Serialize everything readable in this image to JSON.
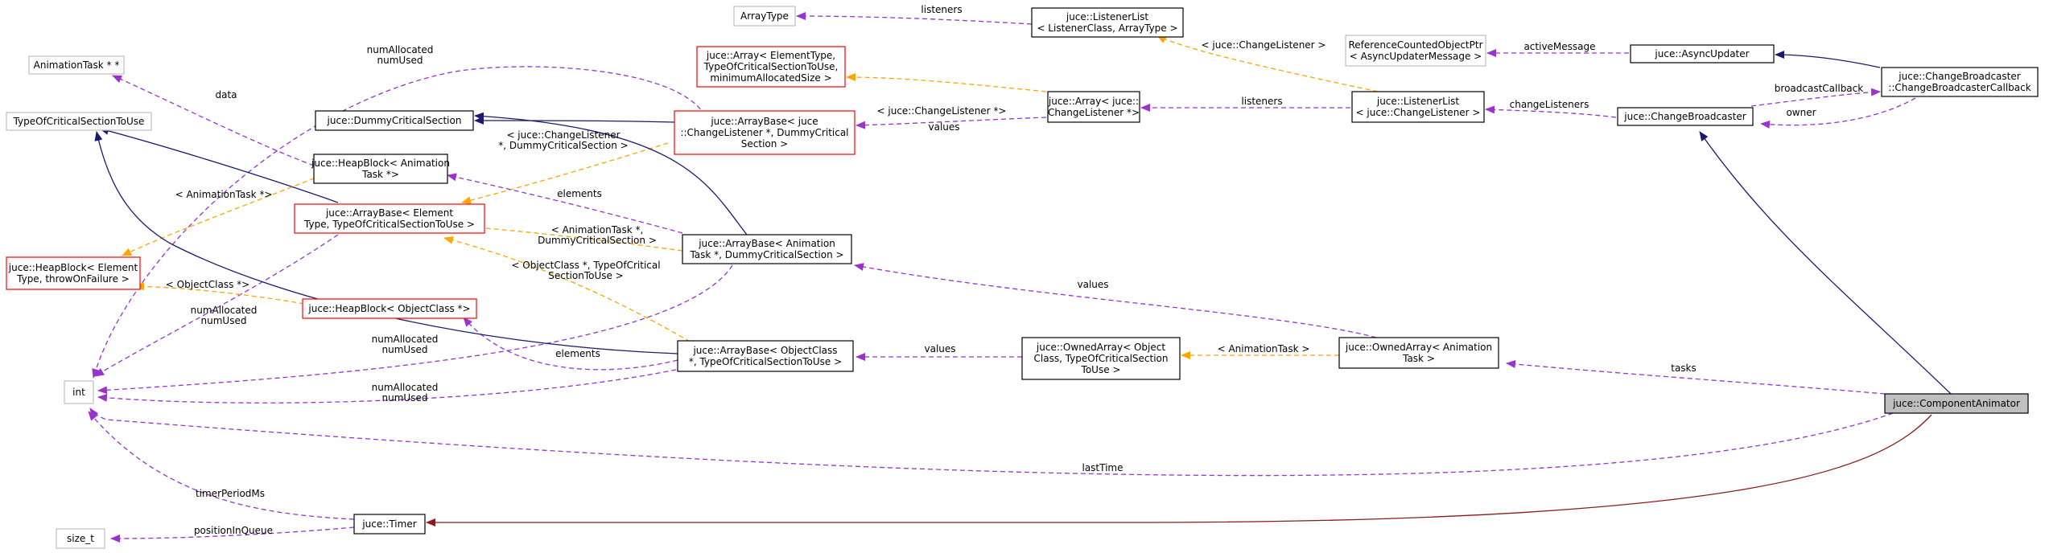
{
  "colors": {
    "usage": "#9a32cd",
    "template": "#ffa500",
    "inherit_public": "#191970",
    "inherit_private": "#8b1a1a",
    "border_normal": "#000000",
    "border_truncated": "#ff0000",
    "border_external": "#bfbfbf",
    "focus_fill": "#bfbfbf"
  },
  "nodes": [
    {
      "id": "arraytype",
      "lines": [
        "ArrayType"
      ],
      "style": "external"
    },
    {
      "id": "listenerlist_tpl",
      "lines": [
        "juce::ListenerList",
        "< ListenerClass, ArrayType >"
      ],
      "style": "normal"
    },
    {
      "id": "refcounted",
      "lines": [
        "ReferenceCountedObjectPtr",
        "< AsyncUpdaterMessage >"
      ],
      "style": "external"
    },
    {
      "id": "asyncupdater",
      "lines": [
        "juce::AsyncUpdater"
      ],
      "style": "normal"
    },
    {
      "id": "cbcallback",
      "lines": [
        "juce::ChangeBroadcaster",
        "::ChangeBroadcasterCallback"
      ],
      "style": "normal"
    },
    {
      "id": "animtask_pp",
      "lines": [
        "AnimationTask * *"
      ],
      "style": "external"
    },
    {
      "id": "array_tpl",
      "lines": [
        "juce::Array< ElementType,",
        "TypeOfCriticalSectionToUse,",
        "minimumAllocatedSize >"
      ],
      "style": "truncated"
    },
    {
      "id": "array_cl",
      "lines": [
        "juce::Array< juce::",
        "ChangeListener *>"
      ],
      "style": "normal"
    },
    {
      "id": "listenerlist_cl",
      "lines": [
        "juce::ListenerList",
        "< juce::ChangeListener >"
      ],
      "style": "normal"
    },
    {
      "id": "changebroadcaster",
      "lines": [
        "juce::ChangeBroadcaster"
      ],
      "style": "normal"
    },
    {
      "id": "typeofcs",
      "lines": [
        "TypeOfCriticalSectionToUse"
      ],
      "style": "external"
    },
    {
      "id": "dummycs",
      "lines": [
        "juce::DummyCriticalSection"
      ],
      "style": "normal"
    },
    {
      "id": "arraybase_cl",
      "lines": [
        "juce::ArrayBase< juce",
        "::ChangeListener *, DummyCritical",
        "Section >"
      ],
      "style": "truncated"
    },
    {
      "id": "heapblock_at",
      "lines": [
        "juce::HeapBlock< Animation",
        "Task *>"
      ],
      "style": "normal"
    },
    {
      "id": "arraybase_tpl",
      "lines": [
        "juce::ArrayBase< Element",
        "Type, TypeOfCriticalSectionToUse >"
      ],
      "style": "truncated"
    },
    {
      "id": "arraybase_at",
      "lines": [
        "juce::ArrayBase< Animation",
        "Task *, DummyCriticalSection >"
      ],
      "style": "normal"
    },
    {
      "id": "heapblock_tpl",
      "lines": [
        "juce::HeapBlock< Element",
        "Type, throwOnFailure >"
      ],
      "style": "truncated"
    },
    {
      "id": "heapblock_oc",
      "lines": [
        "juce::HeapBlock< ObjectClass *>"
      ],
      "style": "truncated"
    },
    {
      "id": "int",
      "lines": [
        "int"
      ],
      "style": "external"
    },
    {
      "id": "arraybase_oc",
      "lines": [
        "juce::ArrayBase< ObjectClass",
        "*, TypeOfCriticalSectionToUse >"
      ],
      "style": "normal"
    },
    {
      "id": "ownedarray_tpl",
      "lines": [
        "juce::OwnedArray< Object",
        "Class, TypeOfCriticalSection",
        "ToUse >"
      ],
      "style": "normal"
    },
    {
      "id": "ownedarray_at",
      "lines": [
        "juce::OwnedArray< Animation",
        "Task >"
      ],
      "style": "normal"
    },
    {
      "id": "componentanimator",
      "lines": [
        "juce::ComponentAnimator"
      ],
      "style": "focus"
    },
    {
      "id": "size_t",
      "lines": [
        "size_t"
      ],
      "style": "external"
    },
    {
      "id": "timer",
      "lines": [
        "juce::Timer"
      ],
      "style": "normal"
    }
  ],
  "edges": [
    {
      "id": "e1",
      "type": "usage",
      "labels": [
        "listeners"
      ]
    },
    {
      "id": "e2",
      "type": "template",
      "labels": [
        "< juce::ChangeListener >"
      ]
    },
    {
      "id": "e3",
      "type": "usage",
      "labels": [
        "activeMessage"
      ]
    },
    {
      "id": "e4",
      "type": "inherit_public",
      "labels": []
    },
    {
      "id": "e5",
      "type": "usage",
      "labels": [
        "broadcastCallback"
      ]
    },
    {
      "id": "e6",
      "type": "usage",
      "labels": [
        "owner"
      ]
    },
    {
      "id": "e7",
      "type": "usage",
      "labels": [
        "changeListeners"
      ]
    },
    {
      "id": "e8",
      "type": "usage",
      "labels": [
        "listeners"
      ]
    },
    {
      "id": "e9",
      "type": "template",
      "labels": [
        "< juce::ChangeListener *>"
      ]
    },
    {
      "id": "e10",
      "type": "usage",
      "labels": [
        "values"
      ]
    },
    {
      "id": "e11",
      "type": "usage",
      "labels": [
        "numAllocated",
        "numUsed"
      ]
    },
    {
      "id": "e12",
      "type": "inherit_public",
      "labels": []
    },
    {
      "id": "e13",
      "type": "template",
      "labels": [
        "< juce::ChangeListener",
        "*, DummyCriticalSection >"
      ]
    },
    {
      "id": "e14",
      "type": "usage",
      "labels": [
        "data"
      ]
    },
    {
      "id": "e15",
      "type": "inherit_public",
      "labels": []
    },
    {
      "id": "e16",
      "type": "template",
      "labels": [
        "< AnimationTask *>"
      ]
    },
    {
      "id": "e17",
      "type": "usage",
      "labels": [
        "elements"
      ]
    },
    {
      "id": "e18",
      "type": "inherit_public",
      "labels": []
    },
    {
      "id": "e19",
      "type": "template",
      "labels": [
        "< AnimationTask *,",
        "DummyCriticalSection >"
      ]
    },
    {
      "id": "e20",
      "type": "usage",
      "labels": [
        "numAllocated",
        "numUsed"
      ]
    },
    {
      "id": "e21",
      "type": "template",
      "labels": [
        "< ObjectClass *>"
      ]
    },
    {
      "id": "e22",
      "type": "usage",
      "labels": [
        "numAllocated",
        "numUsed"
      ]
    },
    {
      "id": "e23",
      "type": "usage",
      "labels": [
        "numAllocated",
        "numUsed"
      ]
    },
    {
      "id": "e24",
      "type": "template",
      "labels": [
        "< ObjectClass *, TypeOfCritical",
        "SectionToUse >"
      ]
    },
    {
      "id": "e25",
      "type": "usage",
      "labels": [
        "elements"
      ]
    },
    {
      "id": "e26",
      "type": "inherit_public",
      "labels": []
    },
    {
      "id": "e27",
      "type": "usage",
      "labels": [
        "values"
      ]
    },
    {
      "id": "e28",
      "type": "template",
      "labels": [
        "< AnimationTask >"
      ]
    },
    {
      "id": "e29",
      "type": "usage",
      "labels": [
        "values"
      ]
    },
    {
      "id": "e30",
      "type": "usage",
      "labels": [
        "tasks"
      ]
    },
    {
      "id": "e31",
      "type": "inherit_public",
      "labels": []
    },
    {
      "id": "e32",
      "type": "usage",
      "labels": [
        "lastTime"
      ]
    },
    {
      "id": "e33",
      "type": "inherit_private",
      "labels": []
    },
    {
      "id": "e34",
      "type": "usage",
      "labels": [
        "timerPeriodMs"
      ]
    },
    {
      "id": "e35",
      "type": "usage",
      "labels": [
        "positionInQueue"
      ]
    }
  ]
}
